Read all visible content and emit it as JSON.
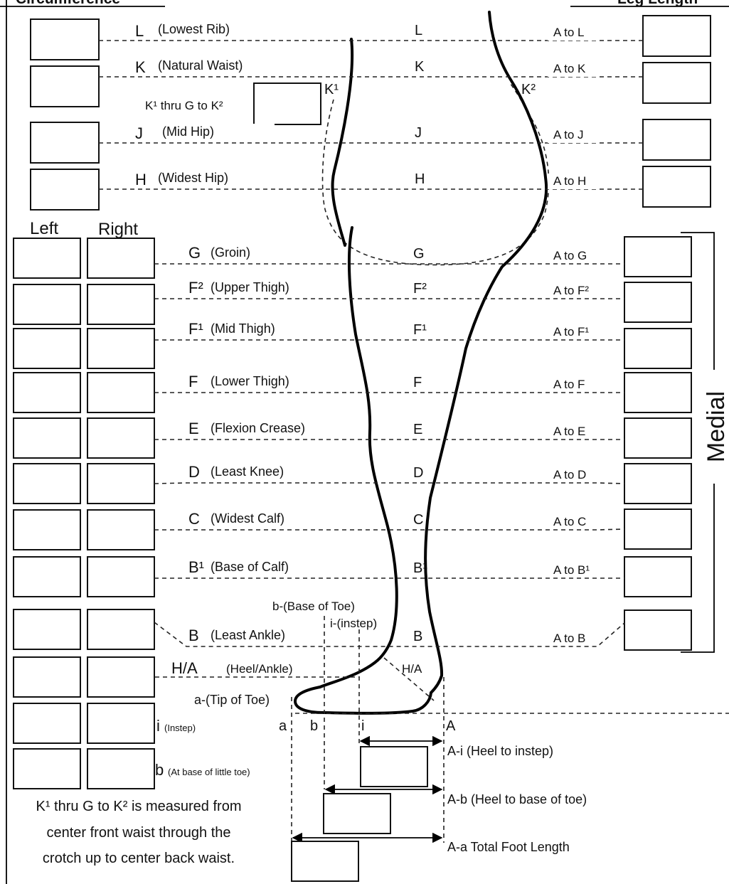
{
  "headers": {
    "left": "Circumference",
    "right": "Leg Length"
  },
  "columns": {
    "left": "Left",
    "right": "Right"
  },
  "side_label": "Medial",
  "upper_rows": [
    {
      "letter": "L",
      "desc": "(Lowest Rib)",
      "center": "L",
      "right": "A to L"
    },
    {
      "letter": "K",
      "desc": "(Natural Waist)",
      "center": "K",
      "right": "A to K"
    },
    {
      "letter": "J",
      "desc": "(Mid Hip)",
      "center": "J",
      "right": "A to J"
    },
    {
      "letter": "H",
      "desc": "(Widest Hip)",
      "center": "H",
      "right": "A to H"
    }
  ],
  "crotch_label": "K¹ thru G to K²",
  "k1_label": "K¹",
  "k2_label": "K²",
  "lower_rows": [
    {
      "letter": "G",
      "desc": "(Groin)",
      "center": "G",
      "right": "A to G"
    },
    {
      "letter": "F²",
      "desc": "(Upper Thigh)",
      "center": "F²",
      "right": "A to F²"
    },
    {
      "letter": "F¹",
      "desc": "(Mid Thigh)",
      "center": "F¹",
      "right": "A to F¹"
    },
    {
      "letter": "F",
      "desc": "(Lower Thigh)",
      "center": "F",
      "right": "A to F"
    },
    {
      "letter": "E",
      "desc": "(Flexion Crease)",
      "center": "E",
      "right": "A to E"
    },
    {
      "letter": "D",
      "desc": "(Least Knee)",
      "center": "D",
      "right": "A to D"
    },
    {
      "letter": "C",
      "desc": "(Widest Calf)",
      "center": "C",
      "right": "A to C"
    },
    {
      "letter": "B¹",
      "desc": "(Base of Calf)",
      "center": "B¹",
      "right": "A to B¹"
    },
    {
      "letter": "B",
      "desc": "(Least Ankle)",
      "center": "B",
      "right": "A to B"
    }
  ],
  "heel_ankle": {
    "letter": "H/A",
    "desc": "(Heel/Ankle)",
    "center": "H/A"
  },
  "foot": {
    "base_of_toe": "b-(Base of Toe)",
    "instep_top": "i-(instep)",
    "tip_of_toe": "a-(Tip of Toe)",
    "instep_letter": "i",
    "instep_desc": "(Instep)",
    "base_letter": "b",
    "base_desc": "(At base of little toe)",
    "mark_a": "a",
    "mark_b": "b",
    "mark_i": "i",
    "mark_A": "A",
    "heel_instep": "A-i (Heel to instep)",
    "heel_base": "A-b (Heel to base of toe)",
    "total_length": "A-a Total Foot Length"
  },
  "note": [
    "K¹ thru G to K² is measured from",
    "center front waist through the",
    "crotch up to center back waist."
  ]
}
